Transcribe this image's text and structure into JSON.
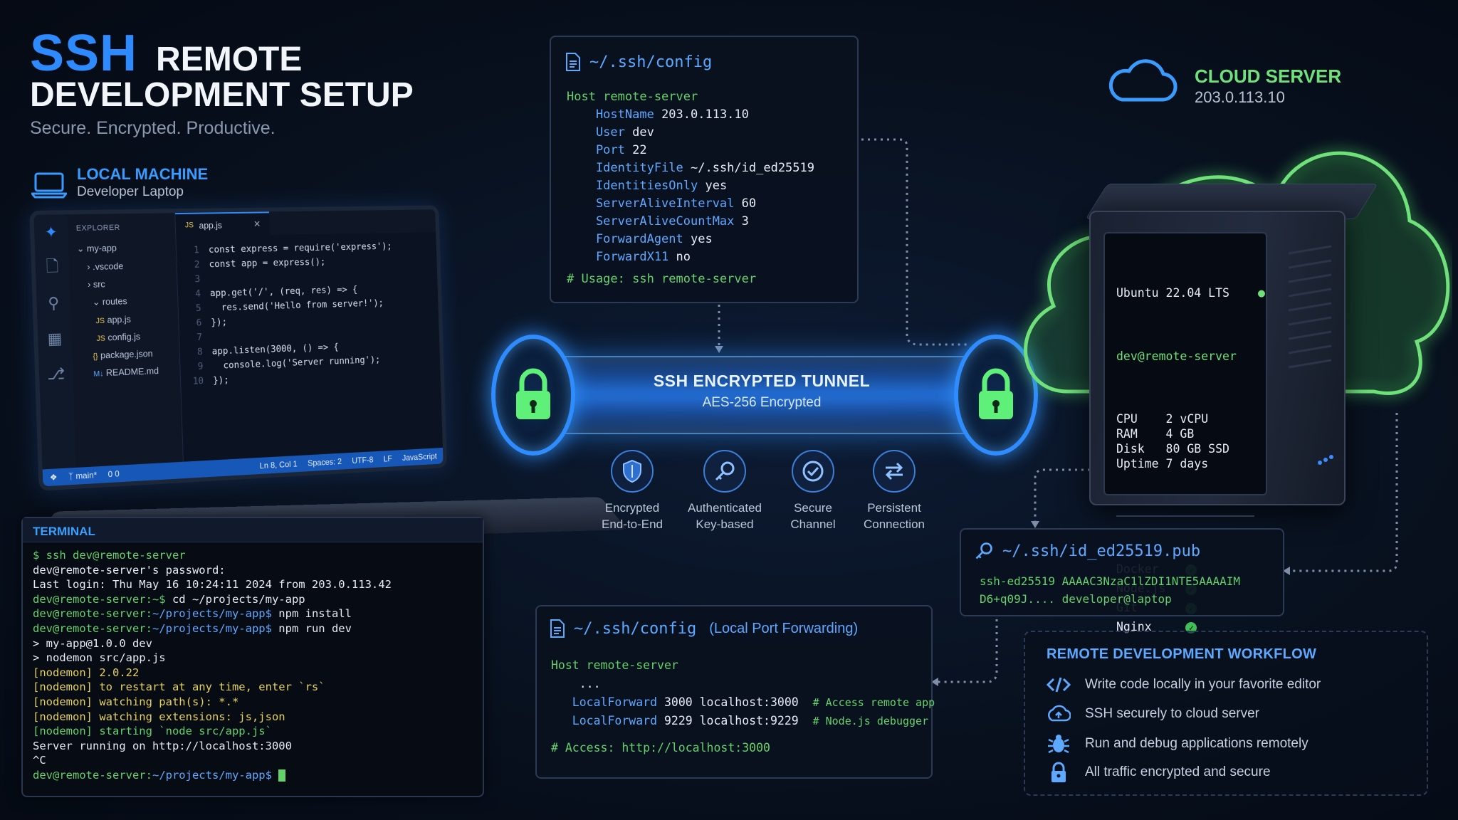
{
  "header": {
    "title_accent": "SSH",
    "title_rest": "REMOTE",
    "title_line2": "DEVELOPMENT SETUP",
    "tagline": "Secure. Encrypted. Productive."
  },
  "local": {
    "label": "LOCAL MACHINE",
    "sublabel": "Developer Laptop"
  },
  "editor": {
    "explorer_header": "EXPLORER",
    "tree": [
      "my-app",
      ".vscode",
      "src",
      "routes",
      "app.js",
      "config.js",
      "package.json",
      "README.md"
    ],
    "tab_label": "app.js",
    "code_lines": [
      {
        "n": "1",
        "text": "const express = require('express');"
      },
      {
        "n": "2",
        "text": "const app = express();"
      },
      {
        "n": "3",
        "text": ""
      },
      {
        "n": "4",
        "text": "app.get('/', (req, res) => {"
      },
      {
        "n": "5",
        "text": "  res.send('Hello from server!');"
      },
      {
        "n": "6",
        "text": "});"
      },
      {
        "n": "7",
        "text": ""
      },
      {
        "n": "8",
        "text": "app.listen(3000, () => {"
      },
      {
        "n": "9",
        "text": "  console.log('Server running');"
      },
      {
        "n": "10",
        "text": "});"
      }
    ],
    "status": {
      "branch": "main*",
      "problems": "0  0",
      "position": "Ln 8, Col 1",
      "spaces": "Spaces: 2",
      "encoding": "UTF-8",
      "eol": "LF",
      "language": "JavaScript"
    }
  },
  "terminal": {
    "title": "TERMINAL",
    "lines": [
      {
        "cls": "t-green",
        "text": "$ ssh dev@remote-server"
      },
      {
        "cls": "t-white",
        "text": "dev@remote-server's password:"
      },
      {
        "cls": "t-white",
        "text": "Last login: Thu May 16 10:24:11 2024 from 203.0.113.42"
      },
      {
        "prompt": "dev@remote-server:~$",
        "path": "",
        "cmd": " cd ~/projects/my-app"
      },
      {
        "prompt": "dev@remote-server:",
        "path": "~/projects/my-app$",
        "cmd": " npm install"
      },
      {
        "prompt": "dev@remote-server:",
        "path": "~/projects/my-app$",
        "cmd": " npm run dev"
      },
      {
        "cls": "t-white",
        "text": "> my-app@1.0.0 dev"
      },
      {
        "cls": "t-white",
        "text": "> nodemon src/app.js"
      },
      {
        "cls": "t-yellow",
        "text": "[nodemon] 2.0.22"
      },
      {
        "cls": "t-yellow",
        "text": "[nodemon] to restart at any time, enter `rs`"
      },
      {
        "cls": "t-yellow",
        "text": "[nodemon] watching path(s): *.*"
      },
      {
        "cls": "t-yellow",
        "text": "[nodemon] watching extensions: js,json"
      },
      {
        "cls": "t-green",
        "text": "[nodemon] starting `node src/app.js`"
      },
      {
        "cls": "t-white",
        "text": "Server running on http://localhost:3000"
      },
      {
        "cls": "t-white",
        "text": "^C"
      },
      {
        "prompt": "dev@remote-server:",
        "path": "~/projects/my-app$",
        "cmd": " ",
        "cursor": true
      }
    ]
  },
  "ssh_config": {
    "title": "~/.ssh/config",
    "host": "Host remote-server",
    "entries": [
      {
        "k": "HostName",
        "v": "203.0.113.10"
      },
      {
        "k": "User",
        "v": "dev"
      },
      {
        "k": "Port",
        "v": "22"
      },
      {
        "k": "IdentityFile",
        "v": "~/.ssh/id_ed25519"
      },
      {
        "k": "IdentitiesOnly",
        "v": "yes"
      },
      {
        "k": "ServerAliveInterval",
        "v": "60"
      },
      {
        "k": "ServerAliveCountMax",
        "v": "3"
      },
      {
        "k": "ForwardAgent",
        "v": "yes"
      },
      {
        "k": "ForwardX11",
        "v": "no"
      }
    ],
    "usage": "# Usage: ssh remote-server"
  },
  "tunnel": {
    "title": "SSH ENCRYPTED TUNNEL",
    "subtitle": "AES-256 Encrypted"
  },
  "features": [
    {
      "icon": "shield-icon",
      "line1": "Encrypted",
      "line2": "End-to-End"
    },
    {
      "icon": "key-icon",
      "line1": "Authenticated",
      "line2": "Key-based"
    },
    {
      "icon": "checkmark-icon",
      "line1": "Secure",
      "line2": "Channel"
    },
    {
      "icon": "swap-arrows-icon",
      "line1": "Persistent",
      "line2": "Connection"
    }
  ],
  "cloud": {
    "title": "CLOUD SERVER",
    "ip": "203.0.113.10"
  },
  "server": {
    "os": "Ubuntu 22.04 LTS",
    "user": "dev@remote-server",
    "specs": [
      {
        "k": "CPU",
        "v": "2 vCPU"
      },
      {
        "k": "RAM",
        "v": "4 GB"
      },
      {
        "k": "Disk",
        "v": "80 GB SSD"
      },
      {
        "k": "Uptime",
        "v": "7 days"
      }
    ],
    "services": [
      "Docker",
      "Node.js",
      "Git",
      "Nginx"
    ]
  },
  "pubkey": {
    "title": "~/.ssh/id_ed25519.pub",
    "line1": "ssh-ed25519 AAAAC3NzaC1lZDI1NTE5AAAAIM",
    "line2": "D6+q09J.... developer@laptop"
  },
  "port_forward": {
    "title": "~/.ssh/config",
    "subtitle": "(Local Port Forwarding)",
    "host": "Host remote-server",
    "ellipsis": "...",
    "rows": [
      {
        "k": "LocalForward",
        "v": "3000 localhost:3000",
        "c": "# Access remote app"
      },
      {
        "k": "LocalForward",
        "v": "9229 localhost:9229",
        "c": "# Node.js debugger"
      }
    ],
    "access": "# Access: http://localhost:3000"
  },
  "workflow": {
    "title": "REMOTE DEVELOPMENT WORKFLOW",
    "items": [
      {
        "icon": "code-icon",
        "text": "Write code locally in your favorite editor"
      },
      {
        "icon": "cloud-upload-icon",
        "text": "SSH securely to cloud server"
      },
      {
        "icon": "bug-icon",
        "text": "Run and debug applications remotely"
      },
      {
        "icon": "lock-icon",
        "text": "All traffic encrypted and secure"
      }
    ]
  },
  "colors": {
    "accent_blue": "#2e8bff",
    "accent_green": "#6fe07a",
    "background": "#08111f"
  }
}
